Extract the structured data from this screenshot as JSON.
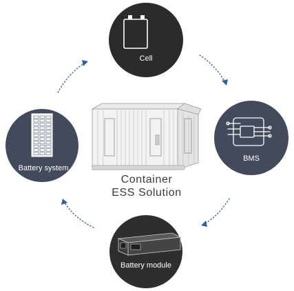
{
  "center": {
    "line1": "Container",
    "line2": "ESS Solution"
  },
  "nodes": {
    "cell": {
      "label": "Cell",
      "icon": "battery-cell-icon",
      "fill": "#2b2b2b"
    },
    "bms": {
      "label": "BMS",
      "icon": "circuit-board-icon",
      "fill": "#434a5c"
    },
    "battery_module": {
      "label": "Battery module",
      "icon": "battery-module-icon",
      "fill": "#2e2e2e"
    },
    "battery_system": {
      "label": "Battery system",
      "icon": "battery-rack-icon",
      "fill": "#434a5c"
    }
  },
  "colors": {
    "arrow": "#2f5f9e",
    "dark_node": "#2b2b2b",
    "slate_node": "#434a5c"
  }
}
